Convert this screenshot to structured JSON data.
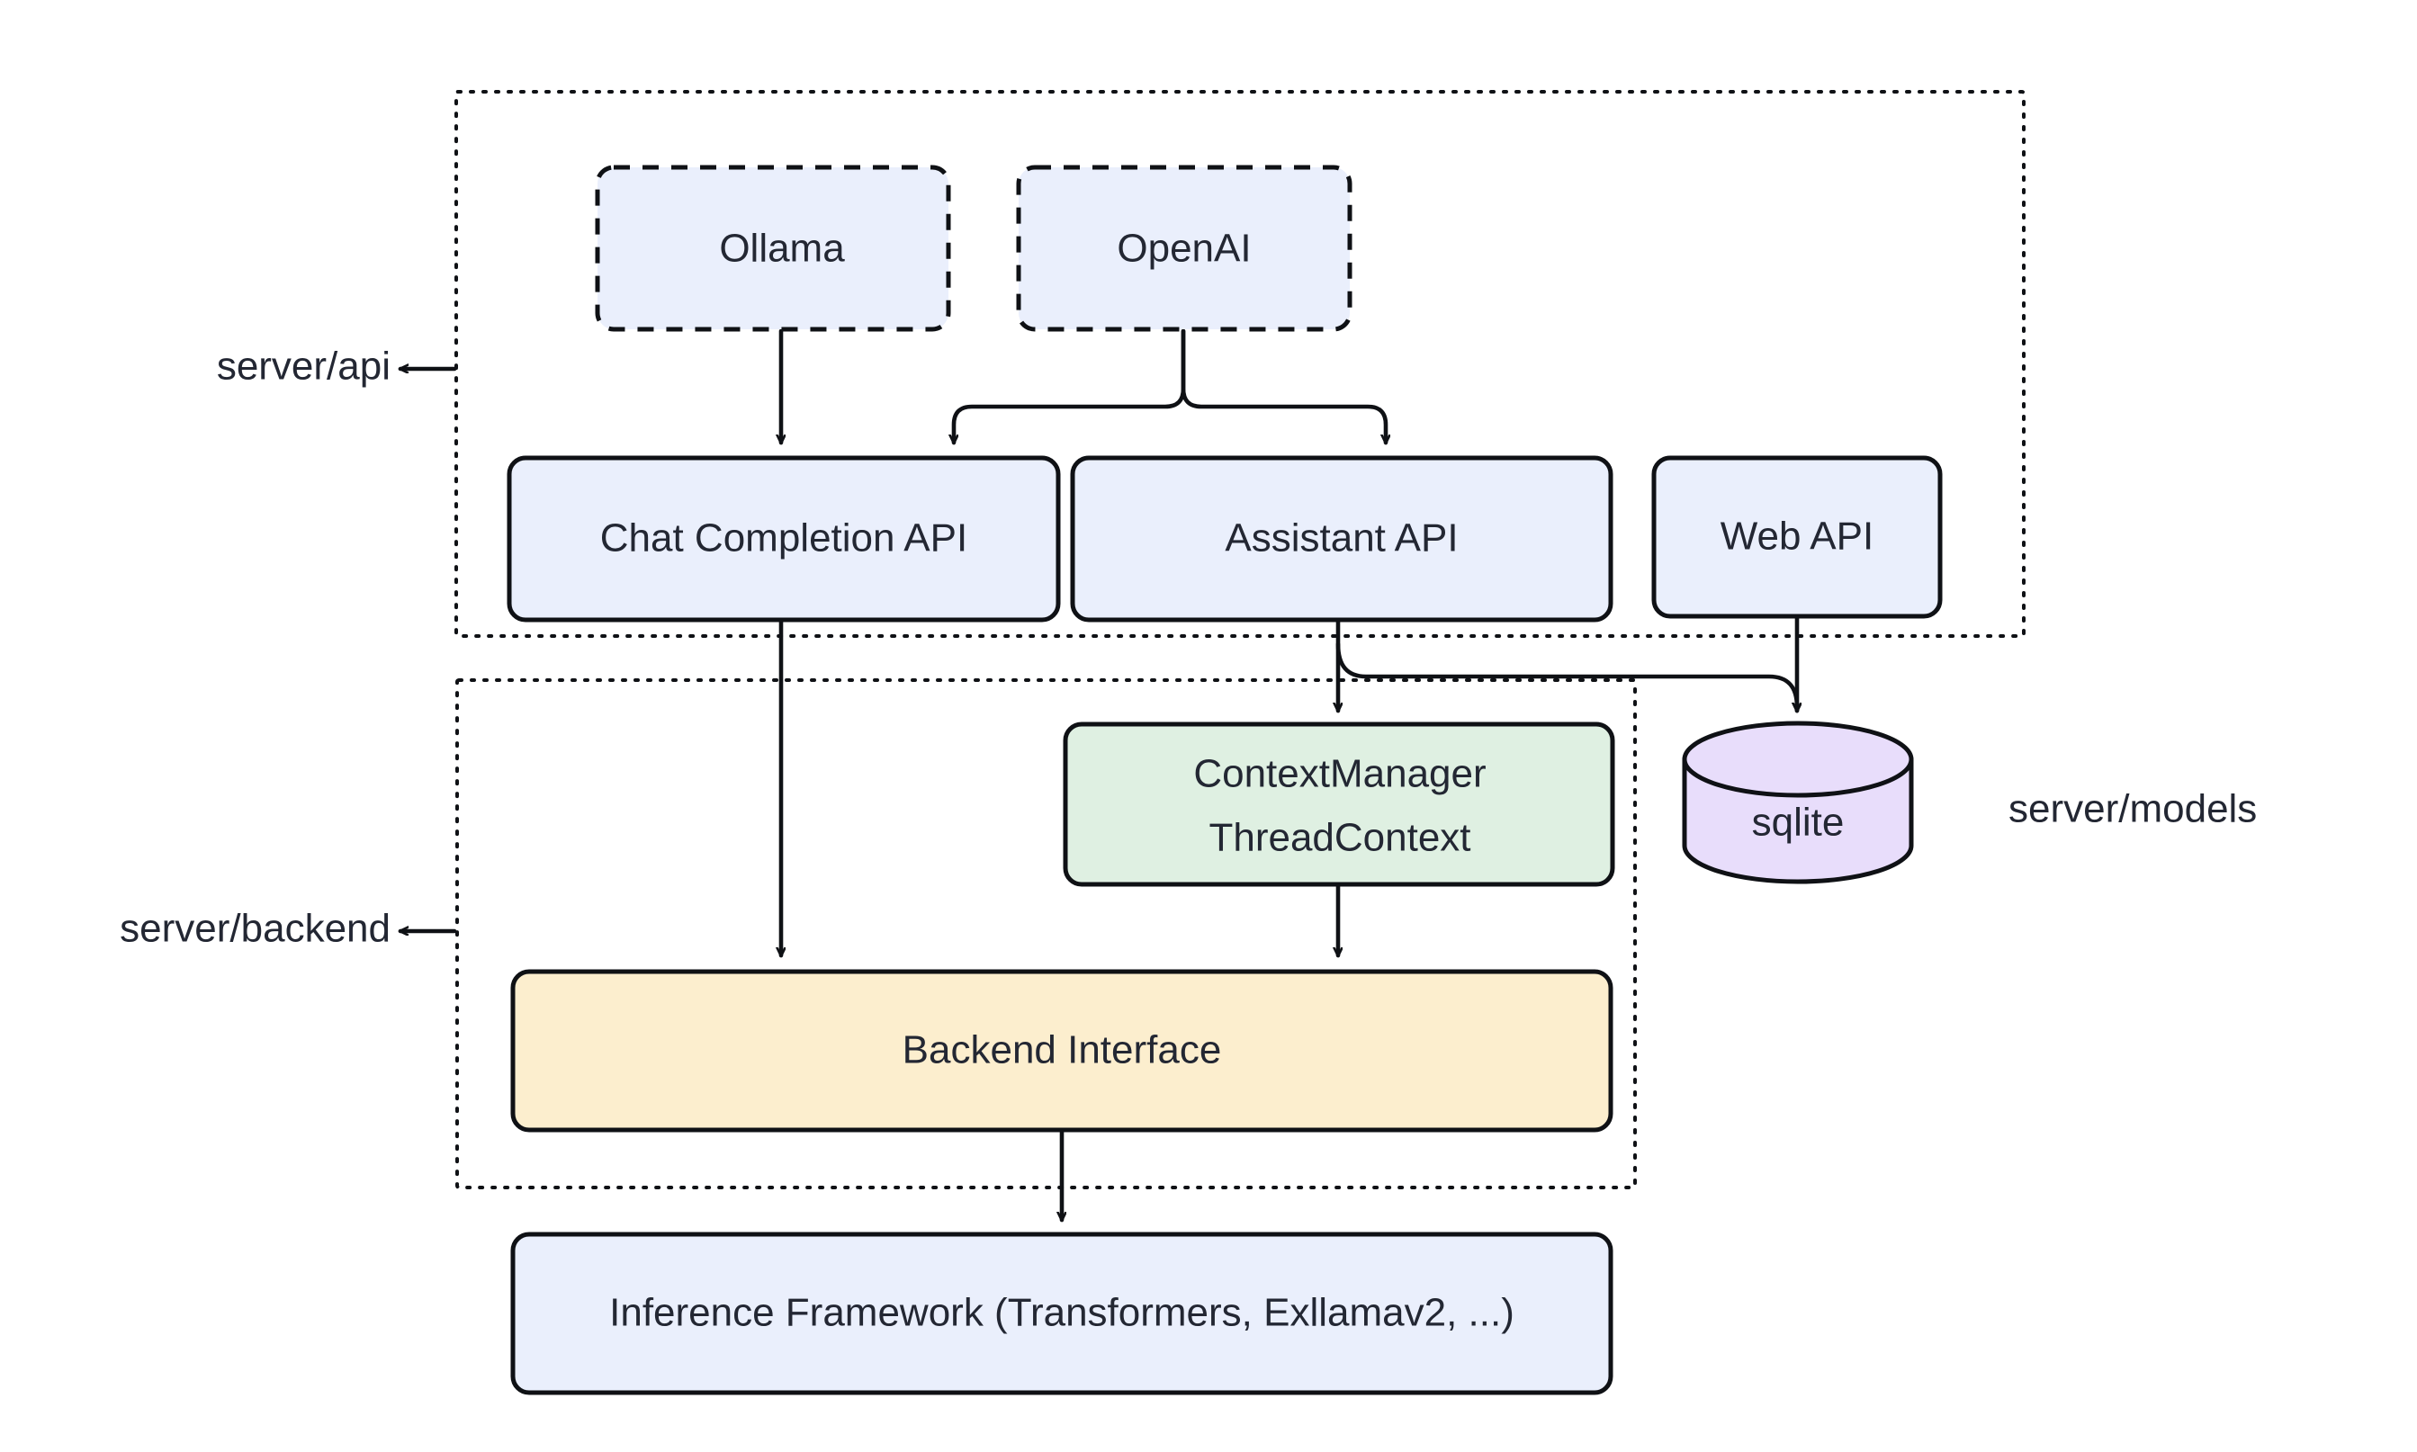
{
  "diagram": {
    "title": "",
    "type": "architecture-flowchart",
    "colors": {
      "node_blue_fill": "#eaeffc",
      "node_green_fill": "#dff0e2",
      "node_yellow_fill": "#fceece",
      "node_purple_fill": "#e8ddfb",
      "stroke": "#0f1115",
      "text": "#232733",
      "background": "#ffffff",
      "group_border": "#0f1115"
    },
    "groups": [
      {
        "id": "group-api",
        "label": "server/api",
        "border_style": "dotted",
        "label_position": "left",
        "has_pointer_arrow": true
      },
      {
        "id": "group-backend",
        "label": "server/backend",
        "border_style": "dotted",
        "label_position": "left",
        "has_pointer_arrow": true
      },
      {
        "id": "group-models",
        "label": "server/models",
        "border_style": "none",
        "label_position": "right",
        "has_pointer_arrow": false
      }
    ],
    "nodes": [
      {
        "id": "ollama",
        "label": "Ollama",
        "shape": "rounded-rect",
        "border": "dashed",
        "fill": "node_blue_fill",
        "group": "group-api"
      },
      {
        "id": "openai",
        "label": "OpenAI",
        "shape": "rounded-rect",
        "border": "dashed",
        "fill": "node_blue_fill",
        "group": "group-api"
      },
      {
        "id": "chat-api",
        "label": "Chat Completion API",
        "shape": "rounded-rect",
        "border": "solid",
        "fill": "node_blue_fill",
        "group": "group-api"
      },
      {
        "id": "asst-api",
        "label": "Assistant API",
        "shape": "rounded-rect",
        "border": "solid",
        "fill": "node_blue_fill",
        "group": "group-api"
      },
      {
        "id": "web-api",
        "label": "Web API",
        "shape": "rounded-rect",
        "border": "solid",
        "fill": "node_blue_fill",
        "group": "group-api"
      },
      {
        "id": "ctxmgr",
        "label_line1": "ContextManager",
        "label_line2": "ThreadContext",
        "shape": "rounded-rect",
        "border": "solid",
        "fill": "node_green_fill",
        "group": "group-backend"
      },
      {
        "id": "sqlite",
        "label": "sqlite",
        "shape": "cylinder",
        "border": "solid",
        "fill": "node_purple_fill",
        "group": "group-models"
      },
      {
        "id": "backend-if",
        "label": "Backend Interface",
        "shape": "rounded-rect",
        "border": "solid",
        "fill": "node_yellow_fill",
        "group": "group-backend"
      },
      {
        "id": "inference",
        "label": "Inference Framework (Transformers, Exllamav2, ...)",
        "shape": "rounded-rect",
        "border": "solid",
        "fill": "node_blue_fill",
        "group": ""
      }
    ],
    "edges": [
      {
        "from": "ollama",
        "to": "chat-api",
        "style": "solid",
        "arrow": true
      },
      {
        "from": "openai",
        "to": "chat-api",
        "style": "solid",
        "arrow": true
      },
      {
        "from": "openai",
        "to": "asst-api",
        "style": "solid",
        "arrow": true
      },
      {
        "from": "chat-api",
        "to": "backend-if",
        "style": "solid",
        "arrow": true
      },
      {
        "from": "asst-api",
        "to": "ctxmgr",
        "style": "solid",
        "arrow": true
      },
      {
        "from": "asst-api",
        "to": "sqlite",
        "style": "solid",
        "arrow": true
      },
      {
        "from": "web-api",
        "to": "sqlite",
        "style": "solid",
        "arrow": true
      },
      {
        "from": "ctxmgr",
        "to": "backend-if",
        "style": "solid",
        "arrow": true
      },
      {
        "from": "backend-if",
        "to": "inference",
        "style": "solid",
        "arrow": true
      }
    ]
  }
}
